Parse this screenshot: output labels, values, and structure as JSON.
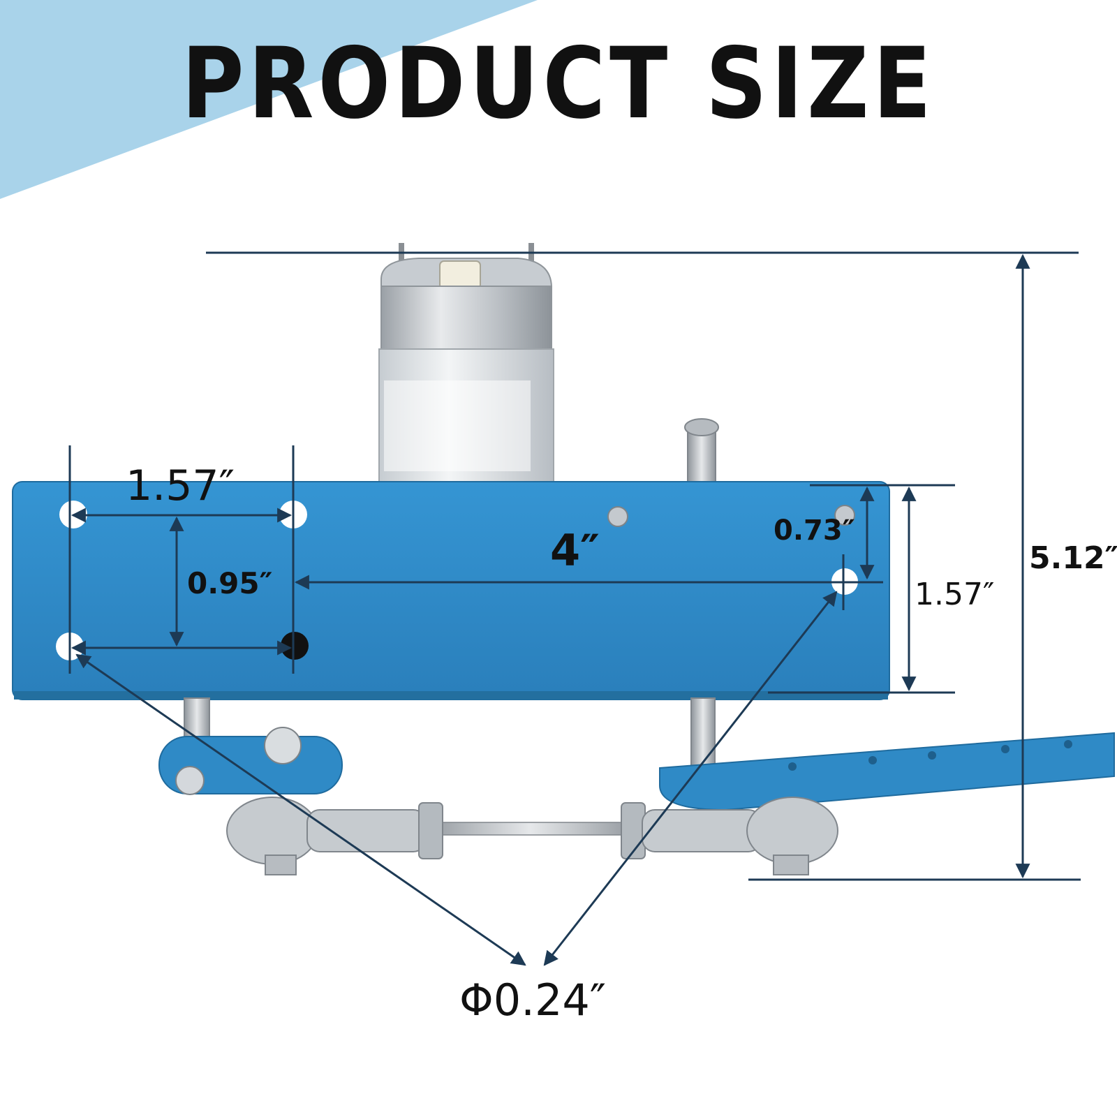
{
  "header": {
    "title": "PRODUCT SIZE"
  },
  "colors": {
    "corner_band": "#a9d3ea",
    "bracket_blue": "#2e8bc9",
    "dimension_line": "#1d3a55",
    "metal": "#c9cdd1"
  },
  "dimensions": {
    "hole_spacing_horizontal": "1.57″",
    "hole_spacing_vertical": "0.95″",
    "mount_length": "4″",
    "edge_offset": "0.73″",
    "bracket_height": "1.57″",
    "total_height": "5.12″",
    "hole_diameter": "Φ0.24″"
  }
}
